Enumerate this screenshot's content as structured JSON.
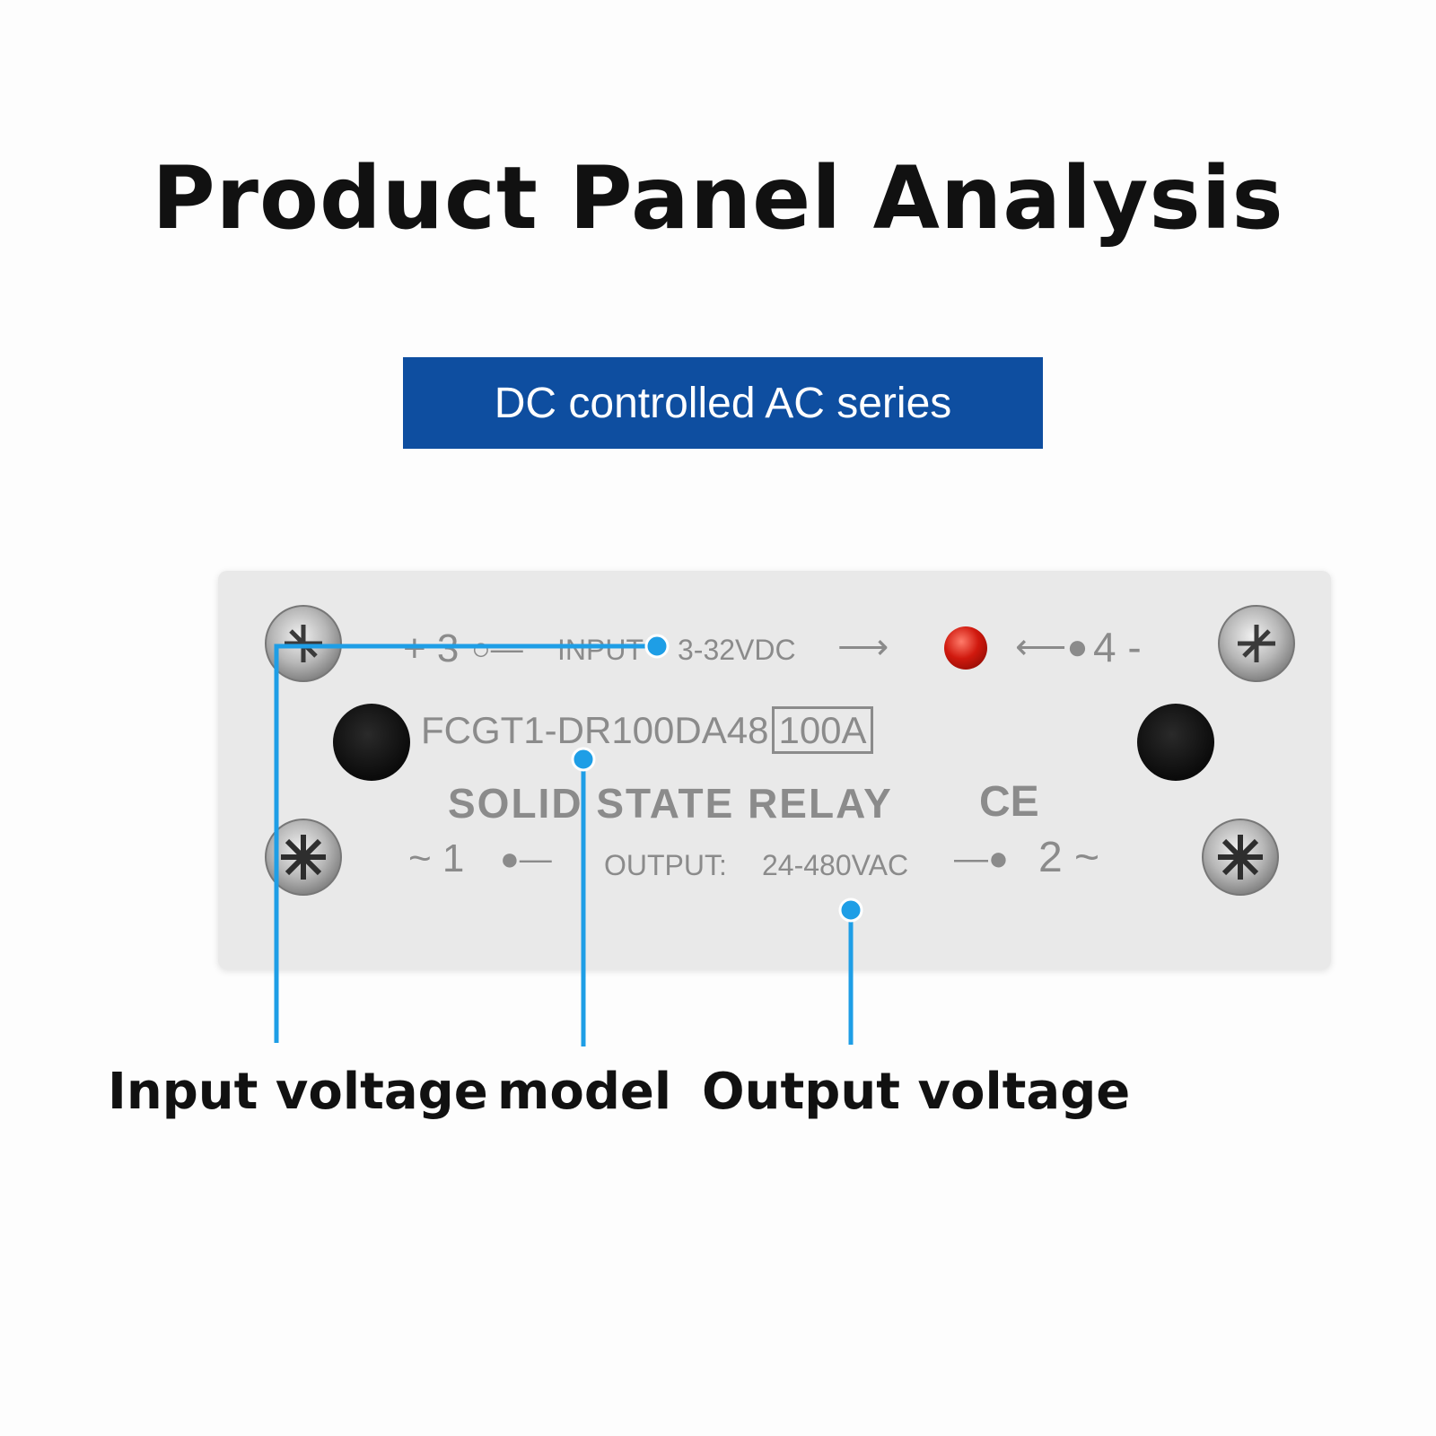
{
  "title": "Product Panel Analysis",
  "series_banner": "DC controlled AC series",
  "relay": {
    "input_terminal": "+ 3",
    "input_label": "INPUT",
    "input_voltage": "3-32VDC",
    "neg_terminal": "4 -",
    "model": "FCGT1-DR100DA48",
    "current_rating": "100A",
    "name": "SOLID STATE RELAY",
    "cert_mark": "CE",
    "output_terminal_left": "~ 1",
    "output_label": "OUTPUT:",
    "output_voltage": "24-480VAC",
    "output_terminal_right": "2 ~"
  },
  "callouts": {
    "input_voltage": "Input voltage",
    "model": "model",
    "output_voltage": "Output voltage"
  },
  "colors": {
    "banner": "#0e4ea0",
    "callout": "#1e9ee6",
    "led": "#d0190e"
  }
}
